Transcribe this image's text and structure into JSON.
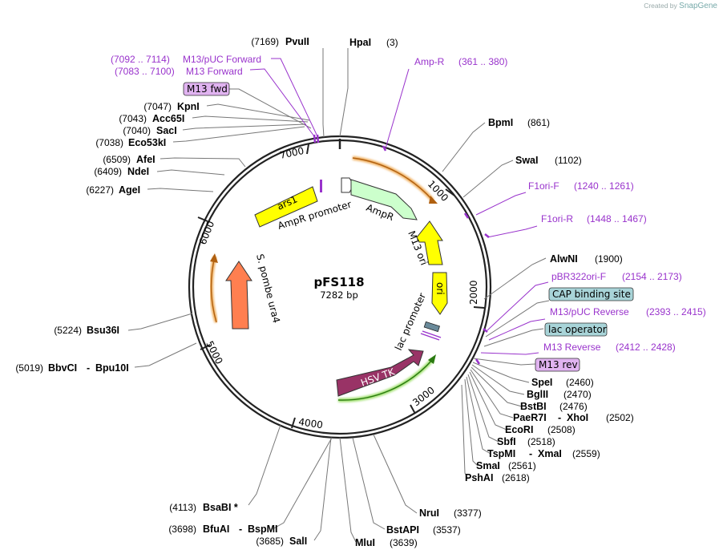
{
  "credit": {
    "prefix": "Created by",
    "brand": "SnapGene"
  },
  "plasmid": {
    "name": "pFS118",
    "size": "7282 bp"
  },
  "ticks": [
    "1000",
    "2000",
    "3000",
    "4000",
    "5000",
    "6000",
    "7000"
  ],
  "features": {
    "ars1": "ars1",
    "ampr_promoter": "AmpR promoter",
    "ampr": "AmpR",
    "m13_ori": "M13 ori",
    "ori": "ori",
    "lac_promoter": "lac promoter",
    "hsv_tk": "HSV TK",
    "ura4": "S. pombe ura4"
  },
  "sites": [
    {
      "name": "PvuII",
      "pos": "(7169)"
    },
    {
      "name": "HpaI",
      "pos": "(3)"
    },
    {
      "name": "BpmI",
      "pos": "(861)"
    },
    {
      "name": "SwaI",
      "pos": "(1102)"
    },
    {
      "name": "AlwNI",
      "pos": "(1900)"
    },
    {
      "name": "SpeI",
      "pos": "(2460)"
    },
    {
      "name": "BglII",
      "pos": "(2470)"
    },
    {
      "name": "BstBI",
      "pos": "(2476)"
    },
    {
      "name": "PaeR7I",
      "name2": "XhoI",
      "pos": "(2502)"
    },
    {
      "name": "EcoRI",
      "pos": "(2508)"
    },
    {
      "name": "SbfI",
      "pos": "(2518)"
    },
    {
      "name": "TspMI",
      "name2": "XmaI",
      "pos": "(2559)"
    },
    {
      "name": "SmaI",
      "pos": "(2561)"
    },
    {
      "name": "PshAI",
      "pos": "(2618)"
    },
    {
      "name": "NruI",
      "pos": "(3377)"
    },
    {
      "name": "BstAPI",
      "pos": "(3537)"
    },
    {
      "name": "MluI",
      "pos": "(3639)"
    },
    {
      "name": "SalI",
      "pos": "(3685)"
    },
    {
      "name": "BfuAI",
      "name2": "BspMI",
      "pos": "(3698)"
    },
    {
      "name": "BsaBI *",
      "pos": "(4113)"
    },
    {
      "name": "BbvCI",
      "name2": "Bpu10I",
      "pos": "(5019)"
    },
    {
      "name": "Bsu36I",
      "pos": "(5224)"
    },
    {
      "name": "AgeI",
      "pos": "(6227)"
    },
    {
      "name": "NdeI",
      "pos": "(6409)"
    },
    {
      "name": "AfeI",
      "pos": "(6509)"
    },
    {
      "name": "Eco53kI",
      "pos": "(7038)"
    },
    {
      "name": "SacI",
      "pos": "(7040)"
    },
    {
      "name": "Acc65I",
      "pos": "(7043)"
    },
    {
      "name": "KpnI",
      "pos": "(7047)"
    }
  ],
  "primers": [
    {
      "name": "M13/pUC Forward",
      "range": "(7092 .. 7114)"
    },
    {
      "name": "M13 Forward",
      "range": "(7083 .. 7100)"
    },
    {
      "name": "Amp-R",
      "range": "(361 .. 380)"
    },
    {
      "name": "F1ori-F",
      "range": "(1240 .. 1261)"
    },
    {
      "name": "F1ori-R",
      "range": "(1448 .. 1467)"
    },
    {
      "name": "pBR322ori-F",
      "range": "(2154 .. 2173)"
    },
    {
      "name": "M13/pUC Reverse",
      "range": "(2393 .. 2415)"
    },
    {
      "name": "M13 Reverse",
      "range": "(2412 .. 2428)"
    }
  ],
  "boxes": {
    "m13_fwd": "M13 fwd",
    "cap": "CAP binding site",
    "lac_op": "lac operator",
    "m13_rev": "M13 rev"
  },
  "colors": {
    "ars1": "#ffff00",
    "ampr": "#ccffcc",
    "ori": "#ffff00",
    "hsv_tk": "#993366",
    "ura4": "#ff7f50",
    "primer": "#9933cc",
    "cap_box": "#a8d4d8",
    "m13_box": "#e0b3f0"
  }
}
